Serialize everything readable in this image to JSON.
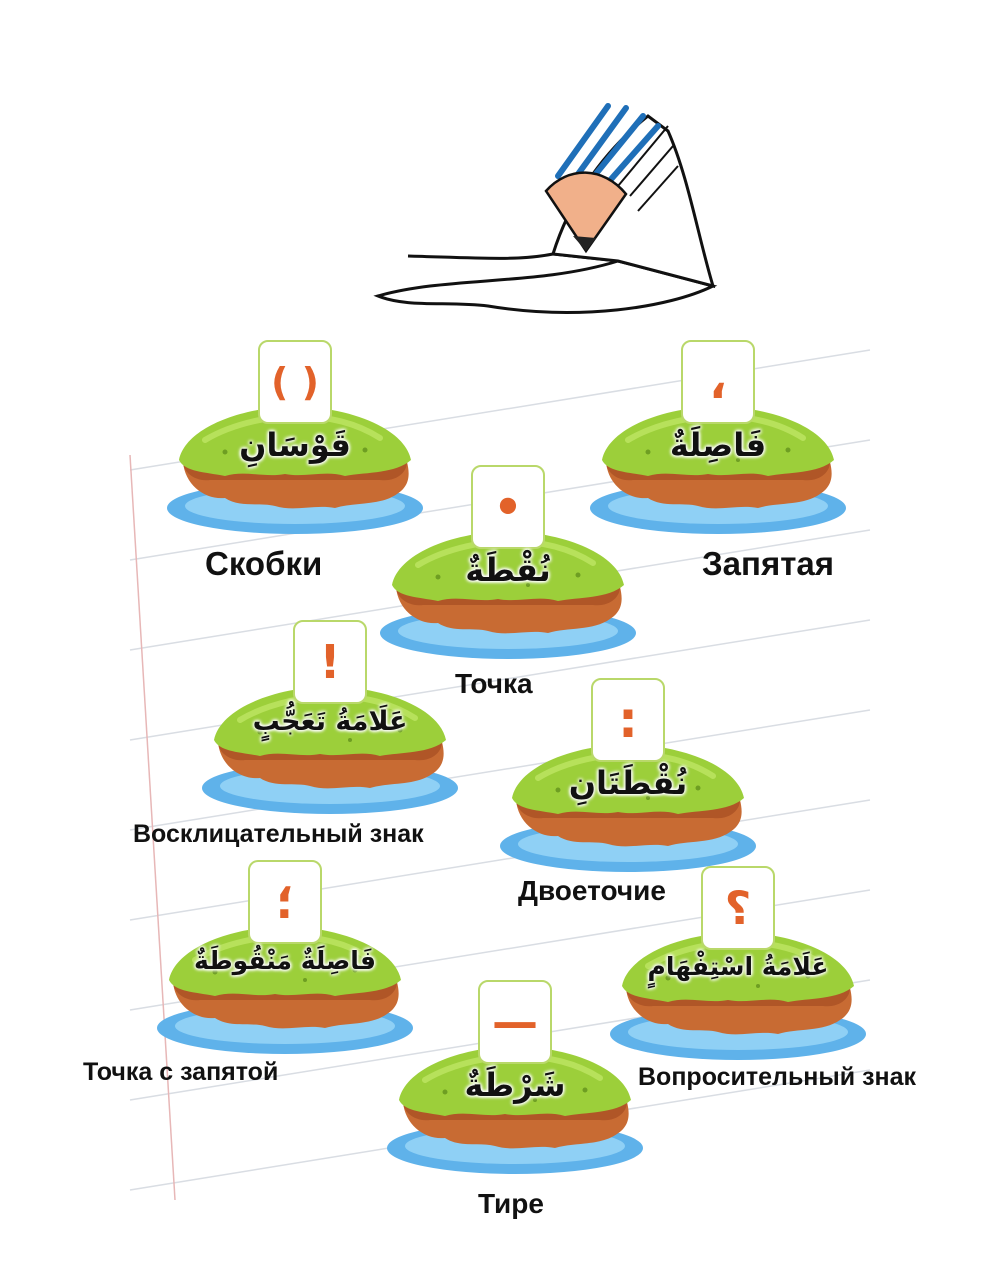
{
  "colors": {
    "grass": "#9ccf3a",
    "earth": "#c86b33",
    "water": "#5fb2ea",
    "sign_symbol": "#e2622a",
    "sign_border": "#b9d86a"
  },
  "items": [
    {
      "symbol": "( )",
      "arabic": "قَوْسَانِ",
      "russian": "Скобки"
    },
    {
      "symbol": "،",
      "arabic": "فَاصِلَةٌ",
      "russian": "Запятая"
    },
    {
      "symbol": "•",
      "arabic": "نُقْطَةٌ",
      "russian": "Точка"
    },
    {
      "symbol": "!",
      "arabic": "عَلَامَةُ تَعَجُّبٍ",
      "russian": "Восклицательный знак"
    },
    {
      "symbol": ":",
      "arabic": "نُقْطَتَانِ",
      "russian": "Двоеточие"
    },
    {
      "symbol": "؛",
      "arabic": "فَاصِلَةٌ مَنْقُوطَةٌ",
      "russian": "Точка с запятой"
    },
    {
      "symbol": "؟",
      "arabic": "عَلَامَةُ اسْتِفْهَامٍ",
      "russian": "Вопросительный знак"
    },
    {
      "symbol": "—",
      "arabic": "شَرْطَةٌ",
      "russian": "Тире"
    }
  ]
}
